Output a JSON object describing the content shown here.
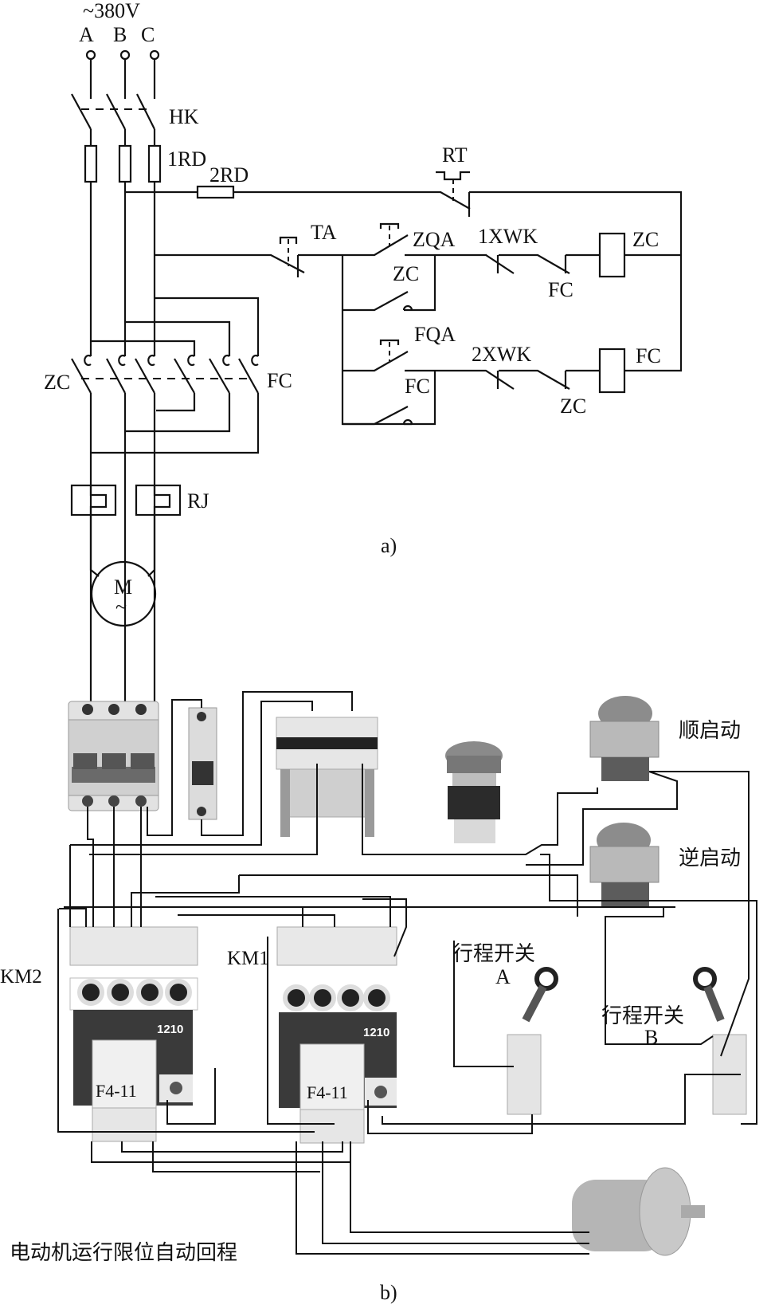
{
  "diagram_a": {
    "supply": "~380V",
    "phases": [
      "A",
      "B",
      "C"
    ],
    "labels": {
      "knife_switch": "HK",
      "main_fuse": "1RD",
      "control_fuse": "2RD",
      "thermal_contact": "RT",
      "stop_button": "TA",
      "forward_start": "ZQA",
      "limit_switch_1": "1XWK",
      "forward_contactor_coil": "ZC",
      "interlock_fc": "FC",
      "self_hold_zc": "ZC",
      "reverse_start": "FQA",
      "limit_switch_2": "2XWK",
      "reverse_contactor_coil": "FC",
      "interlock_zc": "ZC",
      "self_hold_fc": "FC",
      "main_zc": "ZC",
      "main_fc": "FC",
      "thermal_relay": "RJ",
      "motor": "M",
      "motor_sub": "~"
    },
    "caption": "a)"
  },
  "diagram_b": {
    "labels": {
      "contactor_2": "KM2",
      "contactor_1": "KM1",
      "contactor_2_model": "1210",
      "contactor_1_model": "1210",
      "aux_block_2": "F4-11",
      "aux_block_1": "F4-11",
      "forward_button": "顺启动",
      "reverse_button": "逆启动",
      "limit_switch_a": "行程开关",
      "limit_switch_a_sub": "A",
      "limit_switch_b": "行程开关",
      "limit_switch_b_sub": "B",
      "title": "电动机运行限位自动回程"
    },
    "caption": "b)"
  }
}
